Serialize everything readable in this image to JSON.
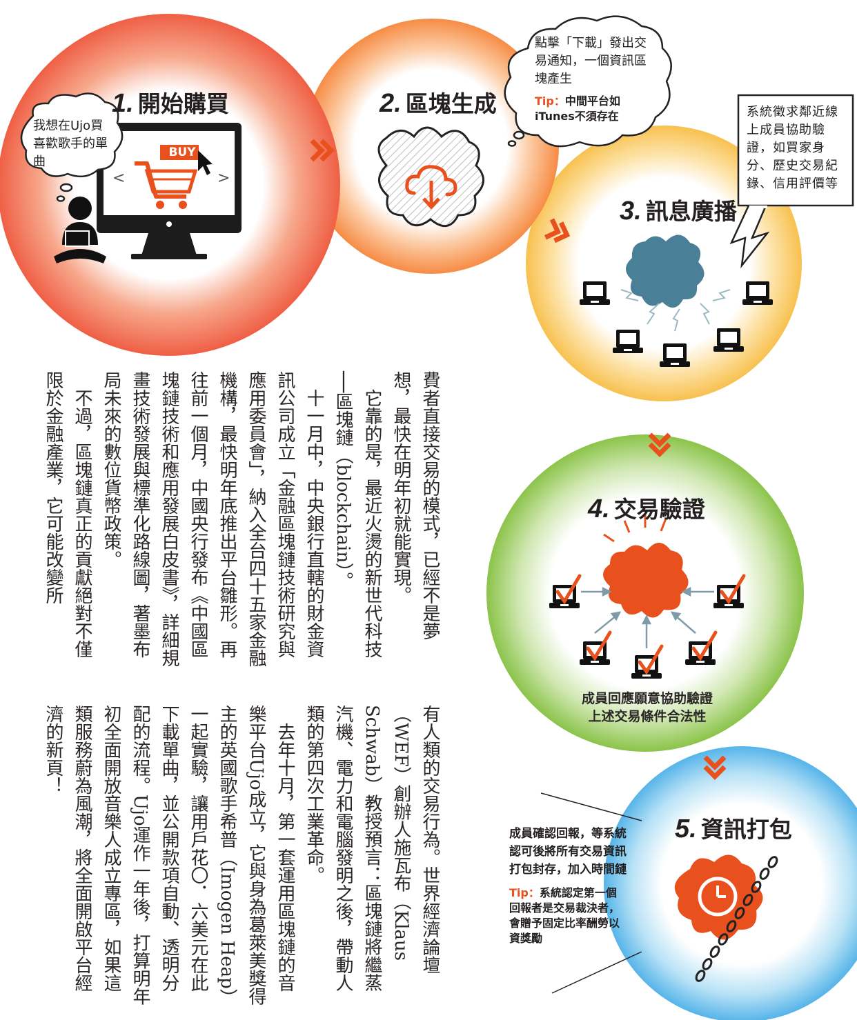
{
  "steps": [
    {
      "num": "1.",
      "title": "開始購買"
    },
    {
      "num": "2.",
      "title": "區塊生成"
    },
    {
      "num": "3.",
      "title": "訊息廣播"
    },
    {
      "num": "4.",
      "title": "交易驗證"
    },
    {
      "num": "5.",
      "title": "資訊打包"
    }
  ],
  "step1": {
    "thought": "我想在Ujo買喜歡歌手的單曲",
    "buy_label": "BUY"
  },
  "step2": {
    "bubble": "點擊「下載」發出交易通知，一個資訊區塊產生",
    "tip_label": "Tip：",
    "tip_text": "中間平台如iTunes不須存在"
  },
  "step3": {
    "callout": "系統徵求鄰近線上成員協助驗證，如買家身分、歷史交易紀錄、信用評價等"
  },
  "step4": {
    "caption_line1": "成員回應願意協助驗證",
    "caption_line2": "上述交易條件合法性"
  },
  "step5": {
    "note": "成員確認回報，等系統認可後將所有交易資訊打包封存，加入時間鏈",
    "tip_label": "Tip：",
    "tip_text": "系統認定第一個回報者是交易裁決者，會贈予固定比率酬勞以資獎勵"
  },
  "article": {
    "col1": [
      "費者直接交易的模式，已經不是夢想，最快在明年初就能實現。",
      "它靠的是，最近火燙的新世代科技──區塊鏈（blockchain）。",
      "十一月中，中央銀行直轄的財金資訊公司成立「金融區塊鏈技術研究與應用委員會」，納入全台四十五家金融機構，最快明年底推出平台雛形。再往前一個月，中國央行發布《中國區塊鏈技術和應用發展白皮書》，詳細規畫技術發展與標準化路線圖，著墨布局未來的數位貨幣政策。",
      "不過，區塊鏈真正的貢獻絕對不僅限於金融產業，它可能改變所"
    ],
    "col2": [
      "有人類的交易行為。世界經濟論壇（WEF）創辦人施瓦布（Klaus Schwab）教授預言：區塊鏈將繼蒸汽機、電力和電腦發明之後，帶動人類的第四次工業革命。",
      "去年十月，第一套運用區塊鏈的音樂平台Ujo成立，它與身為葛萊美獎得主的英國歌手希普（Imogen Heap）一起實驗，讓用戶花〇．六美元在此下載單曲，並公開款項自動、透明分配的流程。Ujo運作一年後，打算明年初全面開放音樂人成立專區，如果這類服務蔚為風潮，將全面開啟平台經濟的新頁！"
    ]
  },
  "colors": {
    "ring1": "#f26b4f",
    "ring2": "#f9a05c",
    "ring3": "#f9c45e",
    "ring4": "#8cc153",
    "ring5": "#5fb8e6",
    "accent": "#e8501d",
    "puzzle_blue": "#4a7f98"
  },
  "icons": [
    "person-laptop-icon",
    "shopping-cart-icon",
    "puzzle-piece-icon",
    "cloud-download-icon",
    "laptop-icon",
    "lightning-icon",
    "checkmark-icon",
    "clock-icon",
    "chain-icon",
    "chevron-arrow-icon"
  ]
}
